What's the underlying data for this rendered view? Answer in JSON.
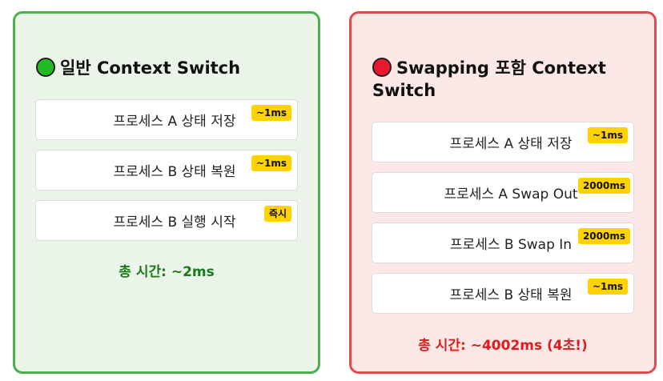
{
  "panels": {
    "normal": {
      "title": "일반 Context Switch",
      "steps": [
        {
          "label": "프로세스 A 상태 저장",
          "time": "~1ms"
        },
        {
          "label": "프로세스 B 상태 복원",
          "time": "~1ms"
        },
        {
          "label": "프로세스 B 실행 시작",
          "time": "즉시"
        }
      ],
      "total": "총 시간: ~2ms"
    },
    "swap": {
      "title": "Swapping 포함 Context Switch",
      "steps": [
        {
          "label": "프로세스 A 상태 저장",
          "time": "~1ms"
        },
        {
          "label": "프로세스 A Swap Out",
          "time": "2000ms"
        },
        {
          "label": "프로세스 B Swap In",
          "time": "2000ms"
        },
        {
          "label": "프로세스 B 상태 복원",
          "time": "~1ms"
        }
      ],
      "total": "총 시간: ~4002ms (4초!)"
    }
  },
  "colors": {
    "normal_accent": "#4caf50",
    "swap_accent": "#e24b4b",
    "badge": "#ffd200"
  }
}
